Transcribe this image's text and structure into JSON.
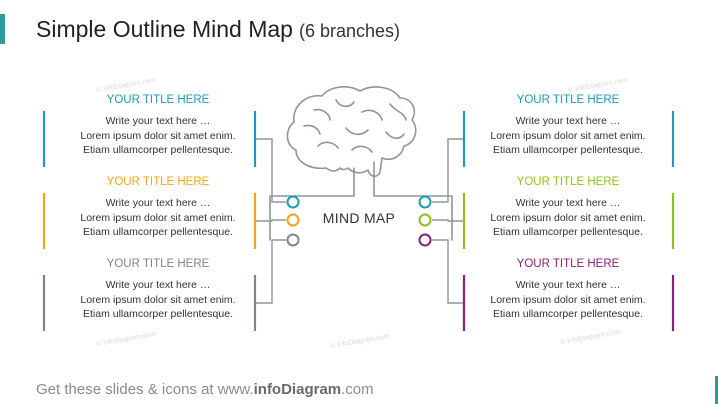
{
  "header": {
    "title": "Simple Outline Mind Map",
    "subtitle": "(6 branches)"
  },
  "center": {
    "label": "MIND MAP",
    "icon": "brain-icon"
  },
  "branches": [
    {
      "title": "YOUR TITLE HERE",
      "color": "#1e9bb8",
      "lines": [
        "Write your text here …",
        "Lorem ipsum dolor sit amet enim.",
        "Etiam ullamcorper pellentesque."
      ]
    },
    {
      "title": "YOUR TITLE HERE",
      "color": "#f2a51a",
      "lines": [
        "Write your text here …",
        "Lorem ipsum dolor sit amet enim.",
        "Etiam ullamcorper pellentesque."
      ]
    },
    {
      "title": "YOUR TITLE HERE",
      "color": "#7e8590",
      "lines": [
        "Write your text here …",
        "Lorem ipsum dolor sit amet enim.",
        "Etiam ullamcorper pellentesque."
      ]
    },
    {
      "title": "YOUR TITLE HERE",
      "color": "#1e9bb8",
      "lines": [
        "Write your text here …",
        "Lorem ipsum dolor sit amet enim.",
        "Etiam ullamcorper pellentesque."
      ]
    },
    {
      "title": "YOUR TITLE HERE",
      "color": "#8dc21f",
      "lines": [
        "Write your text here …",
        "Lorem ipsum dolor sit amet enim.",
        "Etiam ullamcorper pellentesque."
      ]
    },
    {
      "title": "YOUR TITLE HERE",
      "color": "#8b1f7c",
      "lines": [
        "Write your text here …",
        "Lorem ipsum dolor sit amet enim.",
        "Etiam ullamcorper pellentesque."
      ]
    }
  ],
  "footer": {
    "prefix": "Get these slides & icons at www.",
    "brand": "infoDiagram",
    "suffix": ".com"
  },
  "watermark": "© infoDiagram.com"
}
